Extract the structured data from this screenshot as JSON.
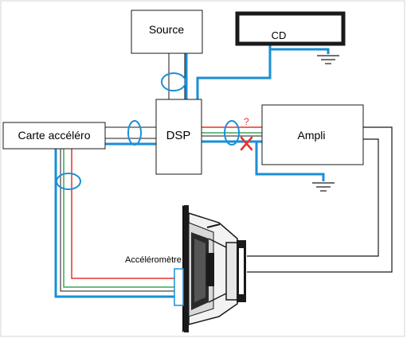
{
  "boxes": {
    "source": "Source",
    "cd": "CD",
    "dsp": "DSP",
    "carte": "Carte accéléro",
    "ampli": "Ampli"
  },
  "annotations": {
    "question": "?",
    "accelerometre": "Accéléromètre"
  },
  "colors": {
    "blue_wire": "#1a8fd6",
    "red_wire": "#e8322d",
    "green_wire": "#3aa65a",
    "black_wire": "#1a1a1a",
    "cross": "#e8322d",
    "question": "#e8322d"
  },
  "icons": [
    "ground-symbol",
    "ground-symbol",
    "speaker-driver",
    "red-cross-icon",
    "ferrite-ring"
  ]
}
